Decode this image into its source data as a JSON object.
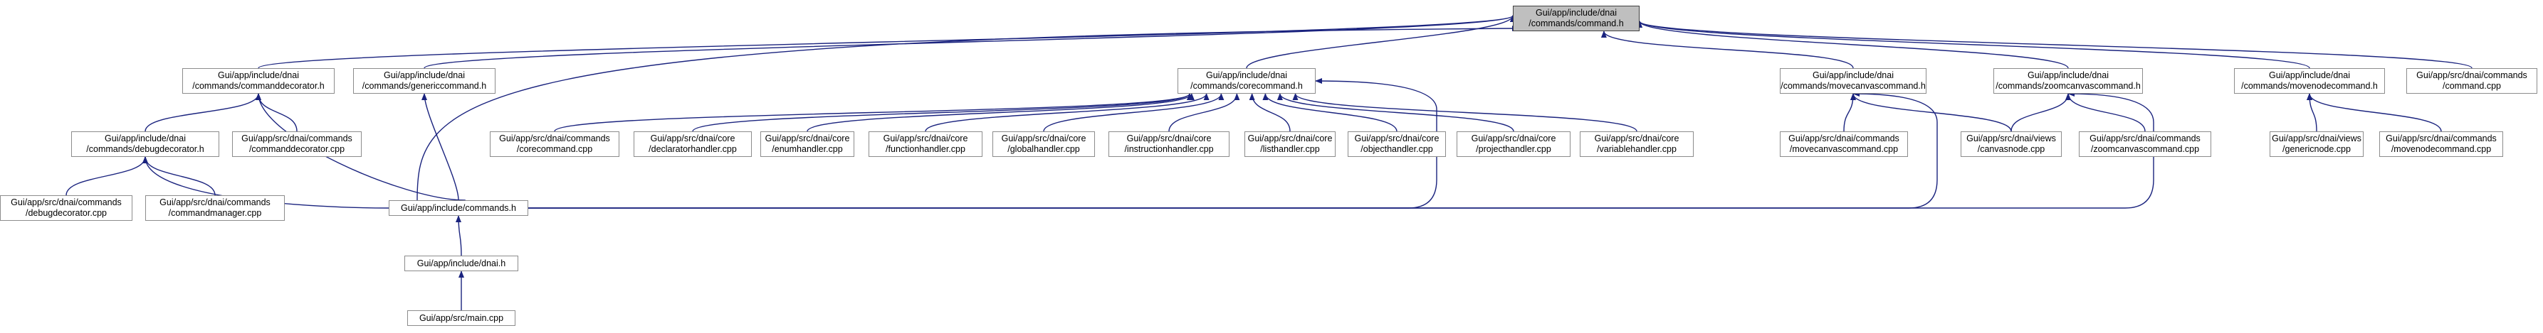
{
  "graph": {
    "root": "n0",
    "colors": {
      "edge": "#1a237e",
      "node_border": "#8c8c8c",
      "root_fill": "#bfbfbf",
      "root_border": "#404040",
      "node_fill": "#ffffff"
    },
    "nodes": [
      {
        "id": "n0",
        "lines": [
          "Gui/app/include/dnai",
          "/commands/command.h"
        ]
      },
      {
        "id": "n1",
        "lines": [
          "Gui/app/include/dnai",
          "/commands/commanddecorator.h"
        ]
      },
      {
        "id": "n2",
        "lines": [
          "Gui/app/include/dnai",
          "/commands/genericcommand.h"
        ]
      },
      {
        "id": "n3",
        "lines": [
          "Gui/app/include/dnai",
          "/commands/corecommand.h"
        ]
      },
      {
        "id": "n4",
        "lines": [
          "Gui/app/include/dnai",
          "/commands/movecanvascommand.h"
        ]
      },
      {
        "id": "n5",
        "lines": [
          "Gui/app/include/dnai",
          "/commands/zoomcanvascommand.h"
        ]
      },
      {
        "id": "n6",
        "lines": [
          "Gui/app/include/dnai",
          "/commands/movenodecommand.h"
        ]
      },
      {
        "id": "n7",
        "lines": [
          "Gui/app/src/dnai/commands",
          "/command.cpp"
        ]
      },
      {
        "id": "n8",
        "lines": [
          "Gui/app/include/dnai",
          "/commands/debugdecorator.h"
        ]
      },
      {
        "id": "n9",
        "lines": [
          "Gui/app/src/dnai/commands",
          "/commanddecorator.cpp"
        ]
      },
      {
        "id": "n10",
        "lines": [
          "Gui/app/src/dnai/commands",
          "/corecommand.cpp"
        ]
      },
      {
        "id": "n11",
        "lines": [
          "Gui/app/src/dnai/core",
          "/declaratorhandler.cpp"
        ]
      },
      {
        "id": "n12",
        "lines": [
          "Gui/app/src/dnai/core",
          "/enumhandler.cpp"
        ]
      },
      {
        "id": "n13",
        "lines": [
          "Gui/app/src/dnai/core",
          "/functionhandler.cpp"
        ]
      },
      {
        "id": "n14",
        "lines": [
          "Gui/app/src/dnai/core",
          "/globalhandler.cpp"
        ]
      },
      {
        "id": "n15",
        "lines": [
          "Gui/app/src/dnai/core",
          "/instructionhandler.cpp"
        ]
      },
      {
        "id": "n16",
        "lines": [
          "Gui/app/src/dnai/core",
          "/listhandler.cpp"
        ]
      },
      {
        "id": "n17",
        "lines": [
          "Gui/app/src/dnai/core",
          "/objecthandler.cpp"
        ]
      },
      {
        "id": "n18",
        "lines": [
          "Gui/app/src/dnai/core",
          "/projecthandler.cpp"
        ]
      },
      {
        "id": "n19",
        "lines": [
          "Gui/app/src/dnai/core",
          "/variablehandler.cpp"
        ]
      },
      {
        "id": "n20",
        "lines": [
          "Gui/app/src/dnai/commands",
          "/movecanvascommand.cpp"
        ]
      },
      {
        "id": "n21",
        "lines": [
          "Gui/app/src/dnai/views",
          "/canvasnode.cpp"
        ]
      },
      {
        "id": "n22",
        "lines": [
          "Gui/app/src/dnai/commands",
          "/zoomcanvascommand.cpp"
        ]
      },
      {
        "id": "n23",
        "lines": [
          "Gui/app/src/dnai/views",
          "/genericnode.cpp"
        ]
      },
      {
        "id": "n24",
        "lines": [
          "Gui/app/src/dnai/commands",
          "/movenodecommand.cpp"
        ]
      },
      {
        "id": "n25",
        "lines": [
          "Gui/app/src/dnai/commands",
          "/debugdecorator.cpp"
        ]
      },
      {
        "id": "n26",
        "lines": [
          "Gui/app/src/dnai/commands",
          "/commandmanager.cpp"
        ]
      },
      {
        "id": "n27",
        "lines": [
          "Gui/app/include/commands.h"
        ]
      },
      {
        "id": "n28",
        "lines": [
          "Gui/app/include/dnai.h"
        ]
      },
      {
        "id": "n29",
        "lines": [
          "Gui/app/src/main.cpp"
        ]
      }
    ],
    "edges": [
      [
        "n0",
        "n1"
      ],
      [
        "n0",
        "n2"
      ],
      [
        "n0",
        "n3"
      ],
      [
        "n0",
        "n4"
      ],
      [
        "n0",
        "n5"
      ],
      [
        "n0",
        "n6"
      ],
      [
        "n0",
        "n7"
      ],
      [
        "n0",
        "n27"
      ],
      [
        "n1",
        "n8"
      ],
      [
        "n1",
        "n9"
      ],
      [
        "n1",
        "n27"
      ],
      [
        "n2",
        "n27"
      ],
      [
        "n3",
        "n10"
      ],
      [
        "n3",
        "n11"
      ],
      [
        "n3",
        "n12"
      ],
      [
        "n3",
        "n13"
      ],
      [
        "n3",
        "n14"
      ],
      [
        "n3",
        "n15"
      ],
      [
        "n3",
        "n16"
      ],
      [
        "n3",
        "n17"
      ],
      [
        "n3",
        "n18"
      ],
      [
        "n3",
        "n19"
      ],
      [
        "n3",
        "n27"
      ],
      [
        "n4",
        "n20"
      ],
      [
        "n4",
        "n21"
      ],
      [
        "n4",
        "n27"
      ],
      [
        "n5",
        "n21"
      ],
      [
        "n5",
        "n22"
      ],
      [
        "n5",
        "n27"
      ],
      [
        "n6",
        "n23"
      ],
      [
        "n6",
        "n24"
      ],
      [
        "n8",
        "n25"
      ],
      [
        "n8",
        "n26"
      ],
      [
        "n8",
        "n27"
      ],
      [
        "n27",
        "n28"
      ],
      [
        "n28",
        "n29"
      ]
    ]
  }
}
